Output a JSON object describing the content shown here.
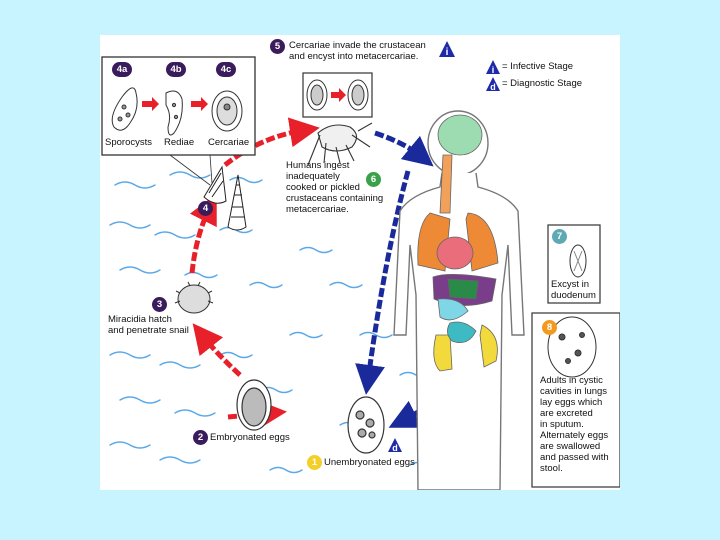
{
  "labels": {
    "sporocysts": "Sporocysts",
    "rediae": "Rediae",
    "cercariae": "Cercariae",
    "step5_text": "Cercariae invade the crustacean\nand encyst into metacercariae.",
    "infective_legend": "= Infective Stage",
    "diagnostic_legend": "= Diagnostic Stage",
    "step6_text": "Humans ingest\ninadequately\ncooked or pickled\ncrustaceans containing\nmetacercariae.",
    "step7_text": "Excyst in\nduodenum",
    "step3_text": "Miracidia hatch\nand penetrate snail",
    "step8_text": "Adults in cystic\ncavities in lungs\nlay eggs which\nare excreted\nin sputum.\nAlternately eggs\nare swallowed\nand passed with\nstool.",
    "step2_text": "Embryonated eggs",
    "step1_text": "Unembryonated eggs"
  },
  "badges": {
    "b4a": "4a",
    "b4b": "4b",
    "b4c": "4c",
    "b5": "5",
    "b6": "6",
    "b4": "4",
    "b7": "7",
    "b3": "3",
    "b8": "8",
    "b2": "2",
    "b1": "1"
  },
  "markers": {
    "infective": "i",
    "diagnostic": "d"
  },
  "colors": {
    "background": "#c8f4ff",
    "red_arrow": "#e8202a",
    "blue_arrow": "#1a2a9a",
    "badge_purple": "#3a1b5c",
    "badge_green": "#3aa04a",
    "badge_orange": "#f29a1f",
    "badge_yellow": "#f4cf29",
    "badge_teal": "#5fa9b5",
    "marker_blue": "#1f2aa8"
  }
}
